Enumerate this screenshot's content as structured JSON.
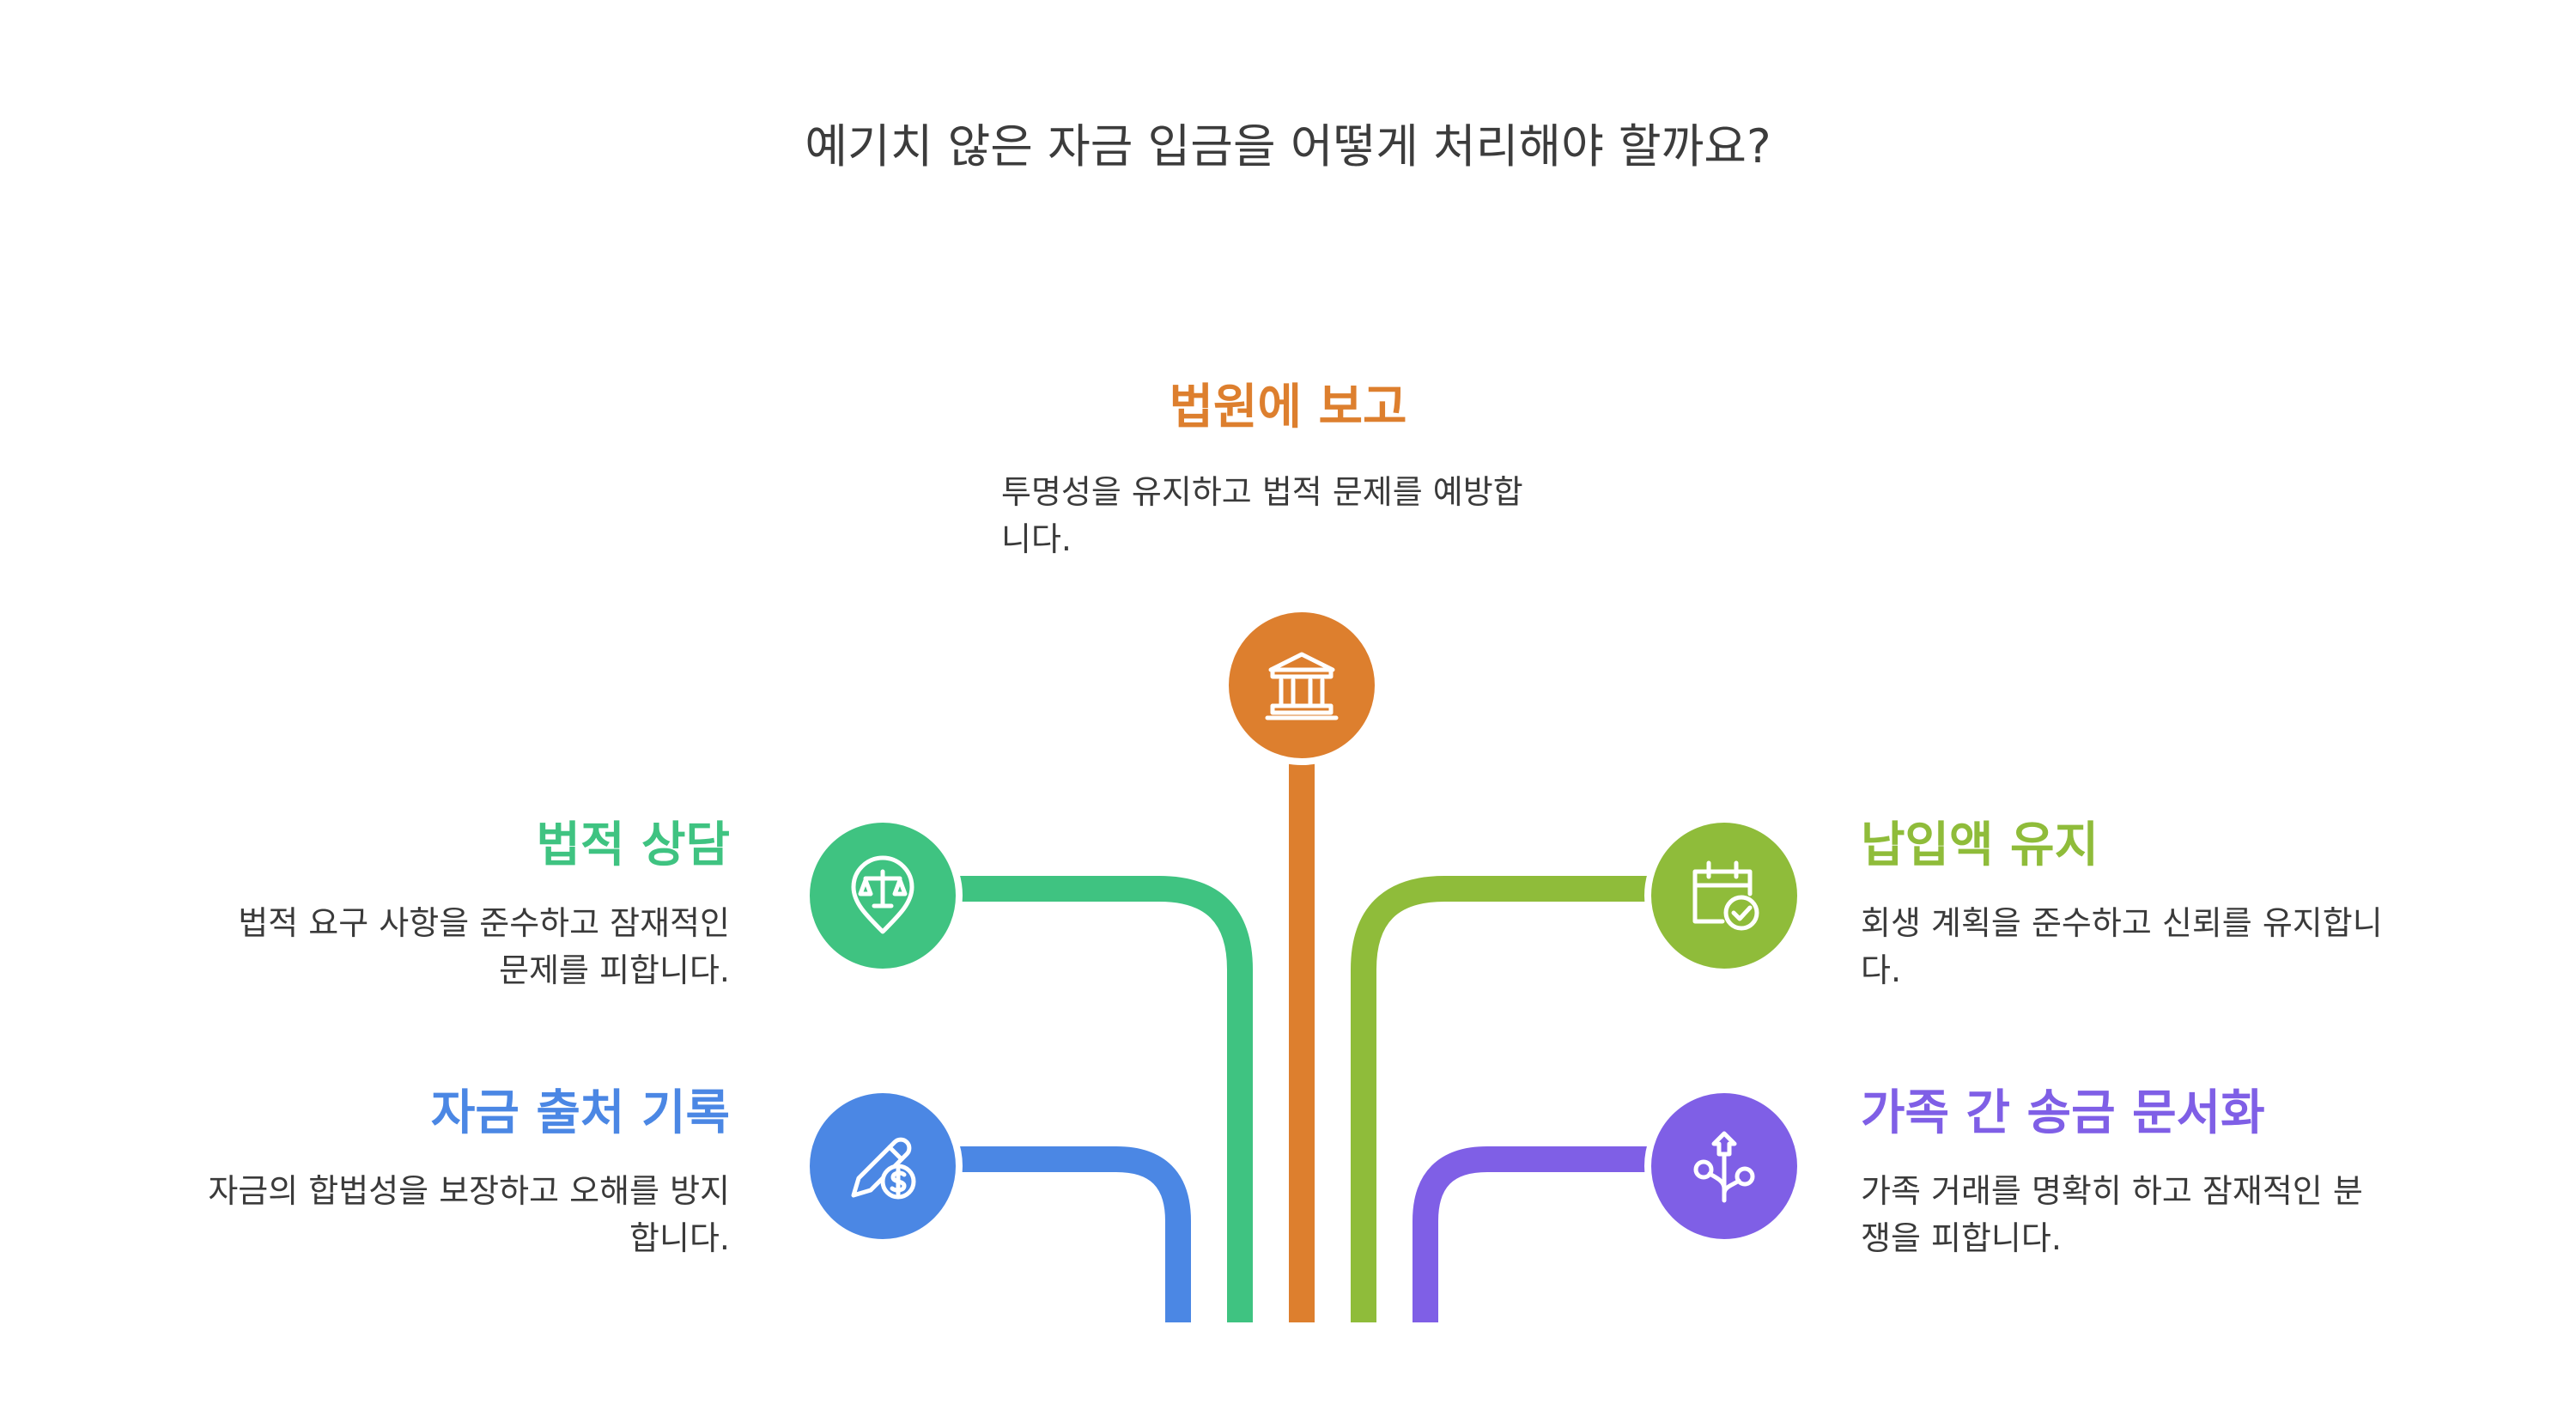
{
  "title": "예기치 않은 자금 입금을 어떻게 처리해야 할까요?",
  "colors": {
    "orange": "#dd7f2e",
    "green": "#3fc381",
    "lime": "#8fbc3a",
    "blue": "#4b87e4",
    "purple": "#7f5fe6"
  },
  "items": {
    "court": {
      "title": "법원에 보고",
      "desc_lines": [
        "투명성을 유지하고 법적 문제를 예방합",
        "니다."
      ],
      "icon": "courthouse-icon",
      "color": "#dd7f2e"
    },
    "legal": {
      "title": "법적 상담",
      "desc_lines": [
        "법적 요구 사항을 준수하고 잠재적인",
        "문제를 피합니다."
      ],
      "icon": "scales-pin-icon",
      "color": "#3fc381"
    },
    "payment": {
      "title": "납입액 유지",
      "desc_lines": [
        "회생 계획을 준수하고 신뢰를 유지합니",
        "다."
      ],
      "icon": "calendar-check-icon",
      "color": "#8fbc3a"
    },
    "source": {
      "title": "자금 출처 기록",
      "desc_lines": [
        "자금의 합법성을 보장하고 오해를 방지",
        "합니다."
      ],
      "icon": "pen-dollar-icon",
      "color": "#4b87e4"
    },
    "family": {
      "title": "가족 간 송금 문서화",
      "desc_lines": [
        "가족 거래를 명확히 하고 잠재적인 분",
        "쟁을 피합니다."
      ],
      "icon": "branch-arrow-icon",
      "color": "#7f5fe6"
    }
  }
}
